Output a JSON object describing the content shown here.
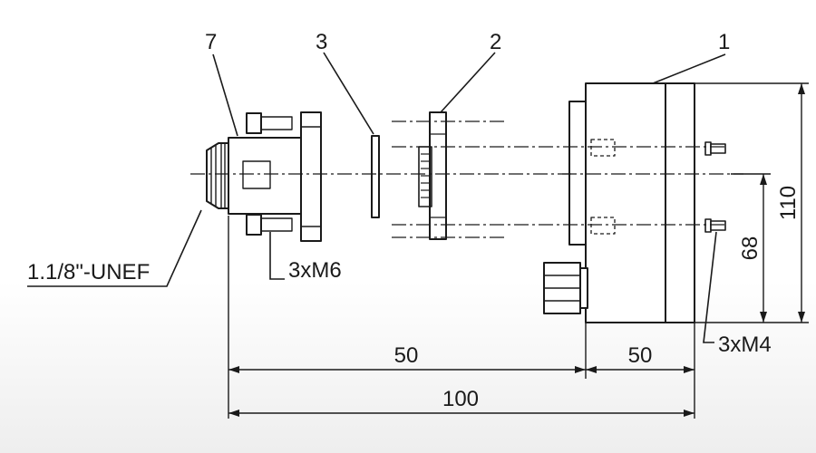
{
  "callouts": {
    "part_1": "1",
    "part_2": "2",
    "part_3": "3",
    "part_7": "7",
    "thread": "1.1/8\"-UNEF",
    "screws_m6": "3xM6",
    "screws_m4": "3xM4"
  },
  "dimensions": {
    "left_length": "50",
    "right_length": "50",
    "total_length": "100",
    "height_total": "110",
    "height_holes": "68"
  },
  "colors": {
    "line": "#1a1a1a",
    "background": "#ffffff"
  }
}
